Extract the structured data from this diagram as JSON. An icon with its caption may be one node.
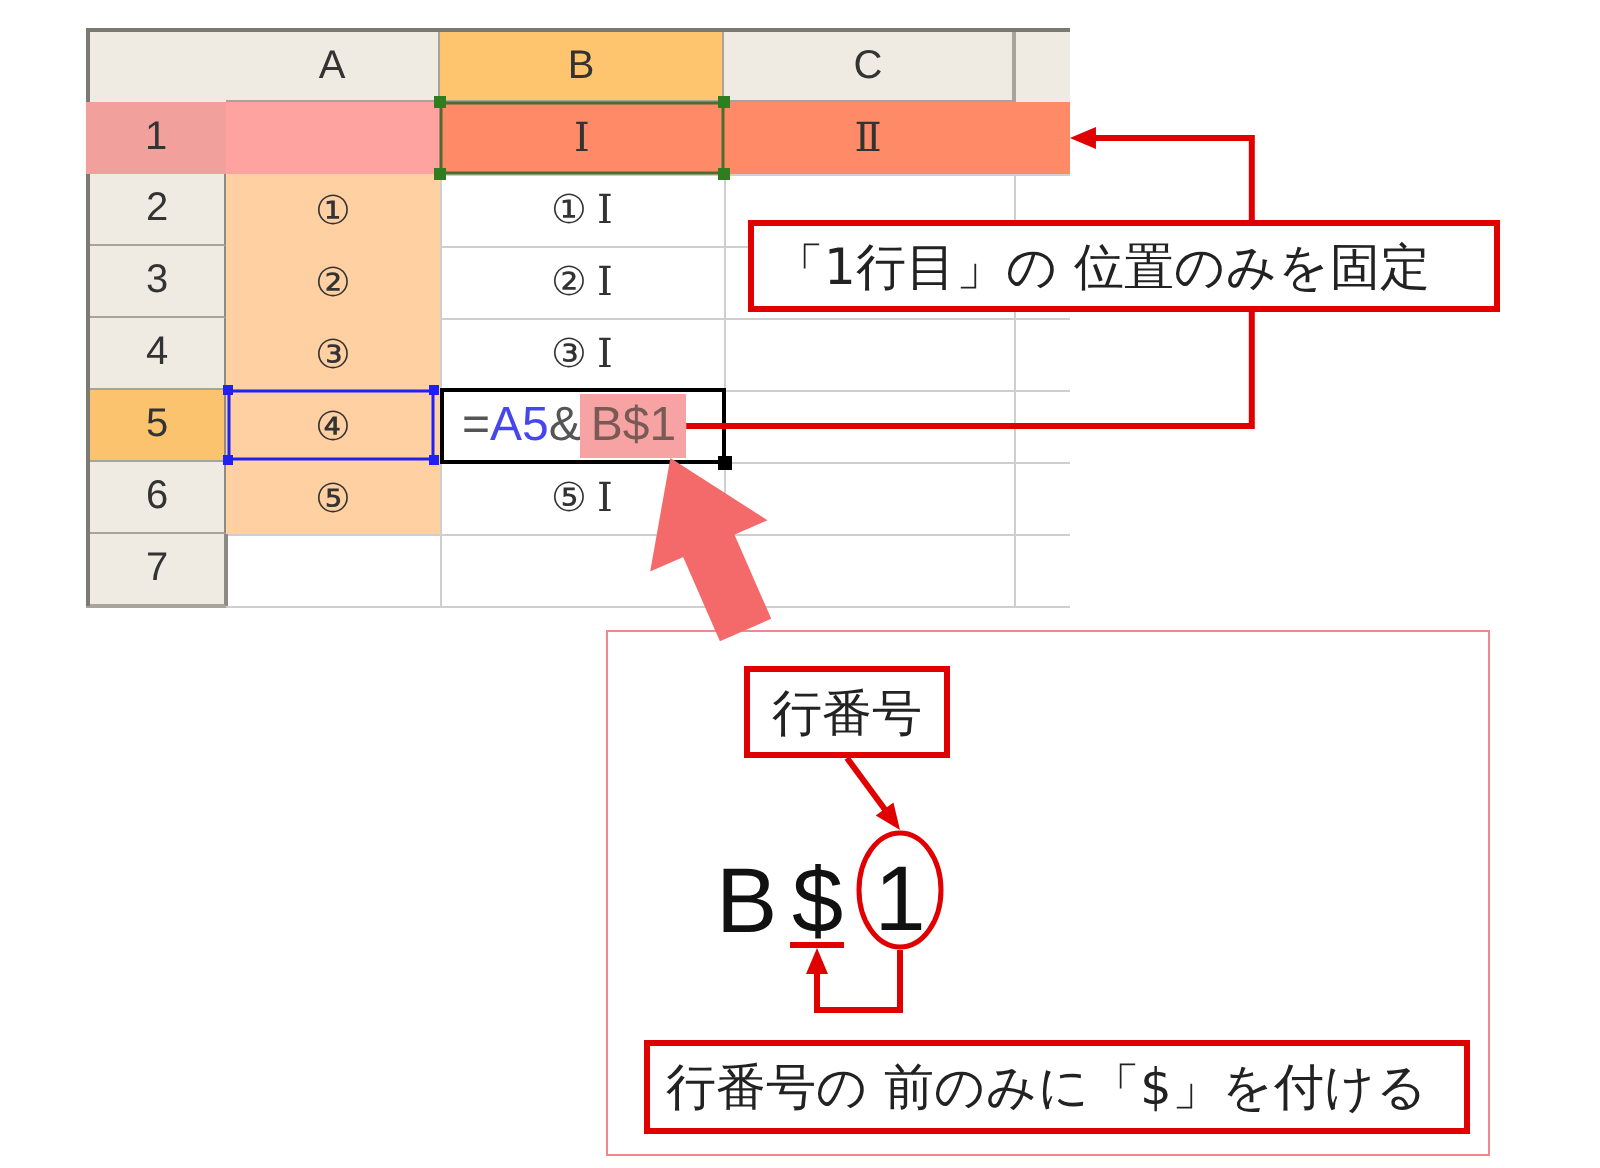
{
  "diagram": {
    "nodes": [
      {
        "text": [
          "1",
          "Ⅰ",
          "Ⅱ"
        ]
      },
      {
        "text": [
          "「1行目」の 位置のみを固定"
        ]
      },
      {
        "text": [
          "=A5&"
        ]
      },
      {
        "text": [
          "B$1"
        ],
        "in": 2
      },
      {
        "text": [],
        "shape": "box"
      },
      {
        "text": [
          "行番号"
        ],
        "in": 4
      },
      {
        "text": [
          "1"
        ],
        "in": 4
      },
      {
        "text": [],
        "shape": "bar",
        "in": 4
      },
      {
        "text": [
          "行番号の 前のみに「$」を付ける"
        ],
        "in": 4
      }
    ],
    "edges": [
      {
        "from": 3,
        "to": 1,
        "arrow": "none"
      },
      {
        "from": 1,
        "to": 0,
        "arrow": "to"
      },
      {
        "from": 4,
        "to": 3,
        "arrow": "to",
        "style": "thick",
        "color": "#f46a6a"
      },
      {
        "from": 5,
        "to": 6,
        "arrow": "to"
      },
      {
        "from": 6,
        "to": 7,
        "arrow": "to"
      }
    ],
    "labels": [
      "A",
      "B",
      "C",
      "2",
      "①",
      "① Ⅰ",
      "3",
      "②",
      "② Ⅰ",
      "4",
      "③",
      "③ Ⅰ",
      "5",
      "④",
      "6",
      "⑤",
      "⑤ Ⅰ",
      "7",
      "B",
      "$"
    ]
  }
}
